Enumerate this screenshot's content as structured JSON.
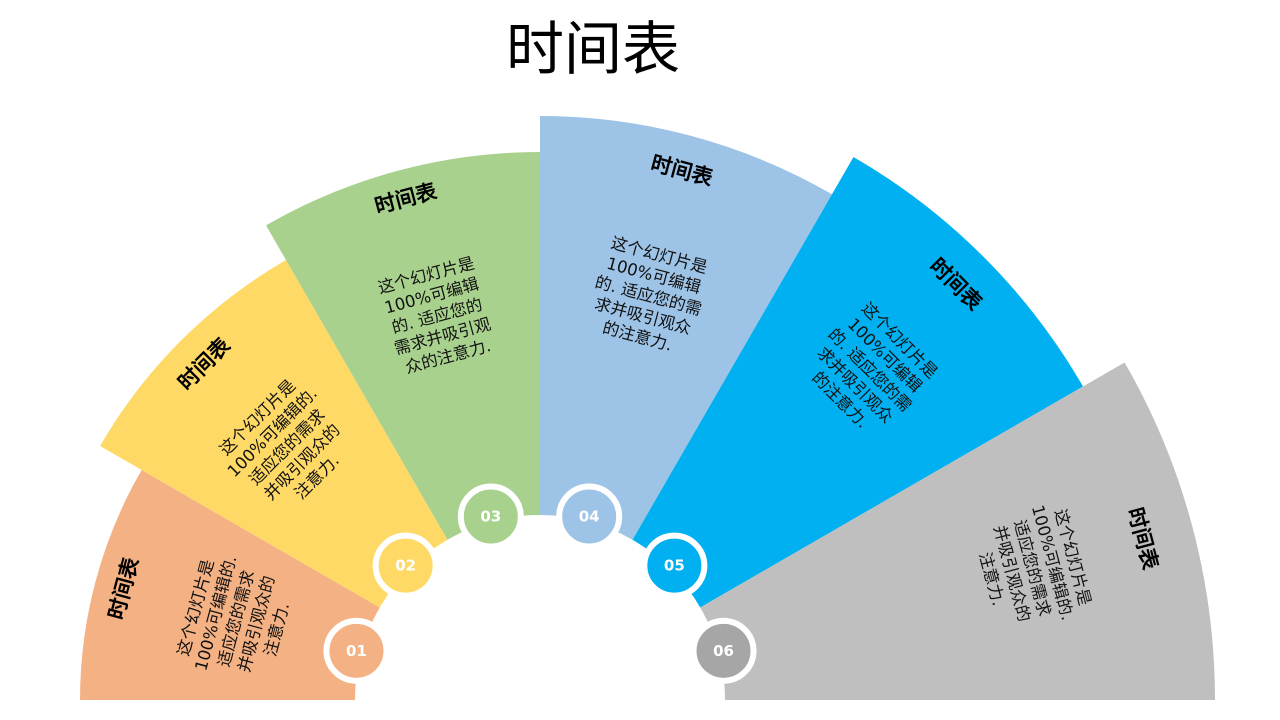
{
  "title": "时间表",
  "segments": [
    {
      "number": "01",
      "title": "时间表",
      "body_lines": [
        "这个幻灯片是",
        "100%可编辑的.",
        "适应您的需求",
        "并吸引观众的",
        "注意力."
      ],
      "color": "#F4B183",
      "badge_color": "#F4B183"
    },
    {
      "number": "02",
      "title": "时间表",
      "body_lines": [
        "这个幻灯片是",
        "100%可编辑的.",
        "适应您的需求",
        "并吸引观众的",
        "注意力."
      ],
      "color": "#FFD966",
      "badge_color": "#FFD966"
    },
    {
      "number": "03",
      "title": "时间表",
      "body_lines": [
        "这个幻灯片是",
        "100%可编辑",
        "的. 适应您的",
        "需求并吸引观",
        "众的注意力."
      ],
      "color": "#A9D18E",
      "badge_color": "#A9D18E"
    },
    {
      "number": "04",
      "title": "时间表",
      "body_lines": [
        "这个幻灯片是",
        "100%可编辑",
        "的. 适应您的需",
        "求并吸引观众",
        "的注意力."
      ],
      "color": "#9DC3E6",
      "badge_color": "#9DC3E6"
    },
    {
      "number": "05",
      "title": "时间表",
      "body_lines": [
        "这个幻灯片是",
        "100%可编辑",
        "的. 适应您的需",
        "求并吸引观众",
        "的注意力."
      ],
      "color": "#00B0F0",
      "badge_color": "#00B0F0"
    },
    {
      "number": "06",
      "title": "时间表",
      "body_lines": [
        "这个幻灯片是",
        "100%可编辑的.",
        "适应您的需求",
        "并吸引观众的",
        "注意力."
      ],
      "color": "#BFBFBF",
      "badge_color": "#A6A6A6"
    }
  ]
}
